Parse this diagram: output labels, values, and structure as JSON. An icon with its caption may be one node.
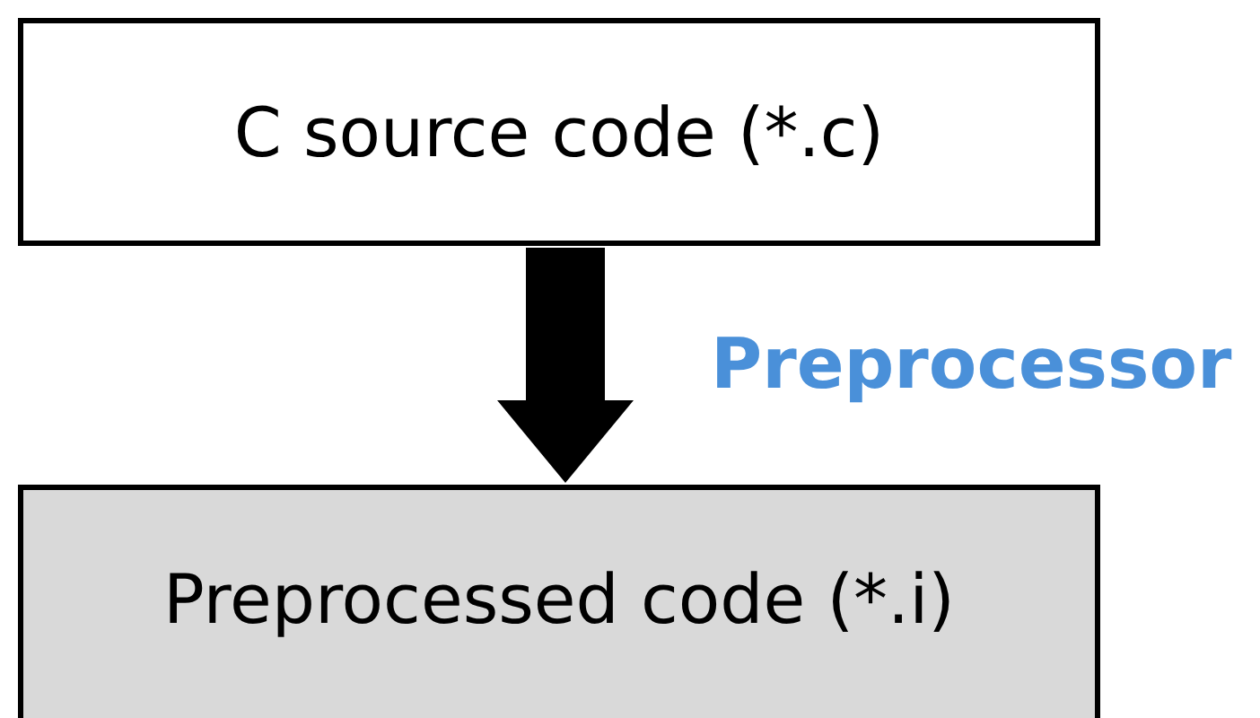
{
  "diagram": {
    "nodes": [
      {
        "text": [
          "C source code (*.c)"
        ]
      },
      {
        "text": [
          "Preprocessed code (*.i)"
        ]
      }
    ],
    "edges": [
      {
        "from": 0,
        "to": 1,
        "arrow": "to",
        "label": "Preprocessor"
      }
    ]
  }
}
